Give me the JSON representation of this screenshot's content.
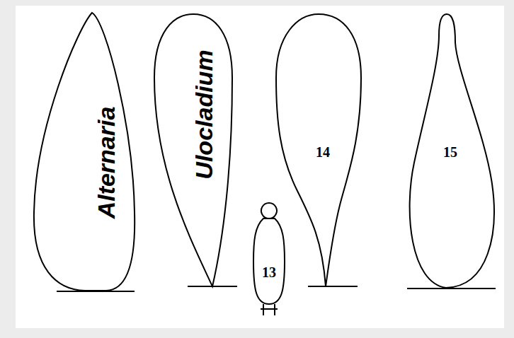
{
  "diagram": {
    "nodes": [
      {
        "text": [
          "Alternaria"
        ]
      },
      {
        "text": [
          "Ulocladium"
        ]
      },
      {
        "text": [
          "13"
        ]
      },
      {
        "text": [
          "14"
        ]
      },
      {
        "text": [
          "15"
        ]
      }
    ]
  }
}
